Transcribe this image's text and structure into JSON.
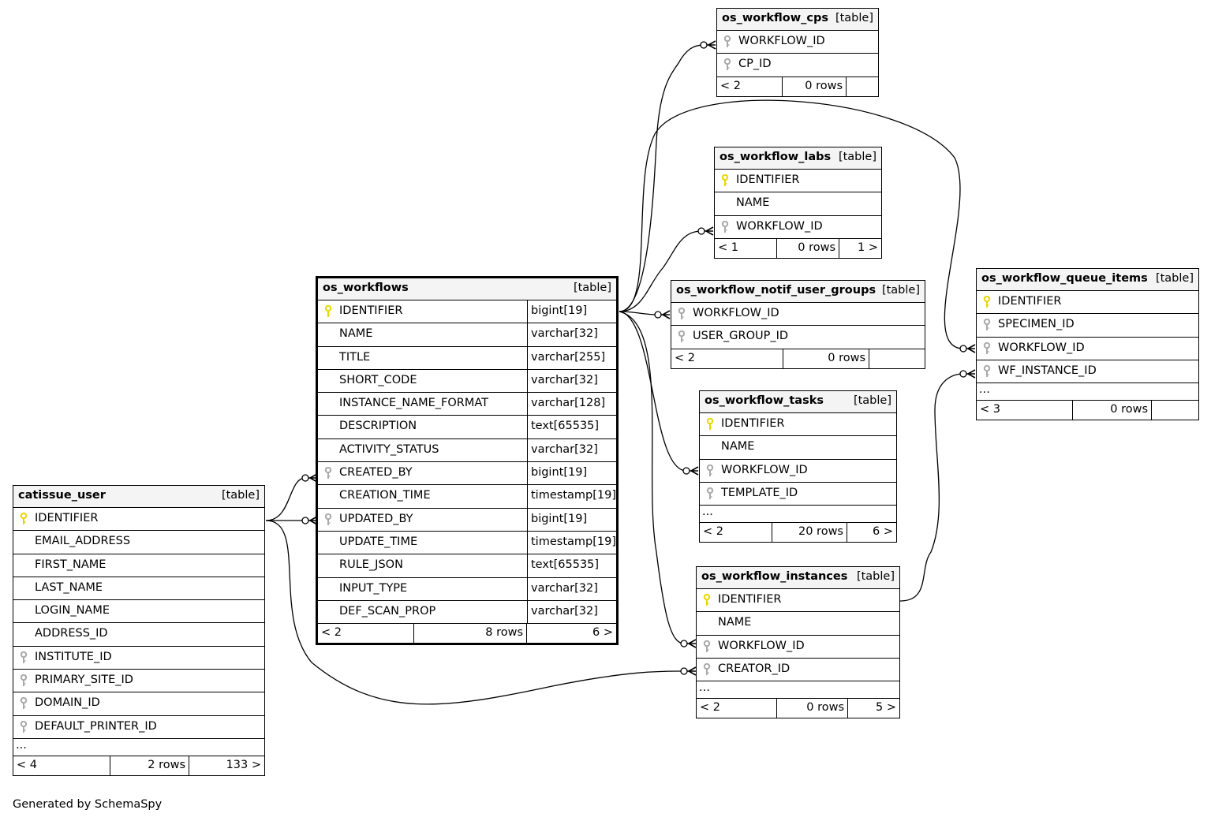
{
  "colors": {
    "primary_key": "#e8d600",
    "foreign_key": "#aaaaaa",
    "header_bg": "#f4f4f4",
    "line": "#000000"
  },
  "tables": {
    "cps": {
      "name": "os_workflow_cps",
      "tag": "[table]",
      "columns": [
        {
          "name": "WORKFLOW_ID",
          "key": "foreign"
        },
        {
          "name": "CP_ID",
          "key": "foreign"
        }
      ],
      "footer": {
        "parents": "< 2",
        "rows": "0 rows",
        "children": ""
      }
    },
    "labs": {
      "name": "os_workflow_labs",
      "tag": "[table]",
      "columns": [
        {
          "name": "IDENTIFIER",
          "key": "primary"
        },
        {
          "name": "NAME",
          "key": ""
        },
        {
          "name": "WORKFLOW_ID",
          "key": "foreign"
        }
      ],
      "footer": {
        "parents": "< 1",
        "rows": "0 rows",
        "children": "1 >"
      }
    },
    "notif": {
      "name": "os_workflow_notif_user_groups",
      "tag": "[table]",
      "columns": [
        {
          "name": "WORKFLOW_ID",
          "key": "foreign"
        },
        {
          "name": "USER_GROUP_ID",
          "key": "foreign"
        }
      ],
      "footer": {
        "parents": "< 2",
        "rows": "0 rows",
        "children": ""
      }
    },
    "tasks": {
      "name": "os_workflow_tasks",
      "tag": "[table]",
      "columns": [
        {
          "name": "IDENTIFIER",
          "key": "primary"
        },
        {
          "name": "NAME",
          "key": ""
        },
        {
          "name": "WORKFLOW_ID",
          "key": "foreign"
        },
        {
          "name": "TEMPLATE_ID",
          "key": "foreign"
        }
      ],
      "ellipsis": "...",
      "footer": {
        "parents": "< 2",
        "rows": "20 rows",
        "children": "6 >"
      }
    },
    "instances": {
      "name": "os_workflow_instances",
      "tag": "[table]",
      "columns": [
        {
          "name": "IDENTIFIER",
          "key": "primary"
        },
        {
          "name": "NAME",
          "key": ""
        },
        {
          "name": "WORKFLOW_ID",
          "key": "foreign"
        },
        {
          "name": "CREATOR_ID",
          "key": "foreign"
        }
      ],
      "ellipsis": "...",
      "footer": {
        "parents": "< 2",
        "rows": "0 rows",
        "children": "5 >"
      }
    },
    "queue": {
      "name": "os_workflow_queue_items",
      "tag": "[table]",
      "columns": [
        {
          "name": "IDENTIFIER",
          "key": "primary"
        },
        {
          "name": "SPECIMEN_ID",
          "key": "foreign"
        },
        {
          "name": "WORKFLOW_ID",
          "key": "foreign"
        },
        {
          "name": "WF_INSTANCE_ID",
          "key": "foreign"
        }
      ],
      "ellipsis": "...",
      "footer": {
        "parents": "< 3",
        "rows": "0 rows",
        "children": ""
      }
    },
    "workflows": {
      "name": "os_workflows",
      "tag": "[table]",
      "columns": [
        {
          "name": "IDENTIFIER",
          "key": "primary",
          "type": "bigint[19]"
        },
        {
          "name": "NAME",
          "key": "",
          "type": "varchar[32]"
        },
        {
          "name": "TITLE",
          "key": "",
          "type": "varchar[255]"
        },
        {
          "name": "SHORT_CODE",
          "key": "",
          "type": "varchar[32]"
        },
        {
          "name": "INSTANCE_NAME_FORMAT",
          "key": "",
          "type": "varchar[128]"
        },
        {
          "name": "DESCRIPTION",
          "key": "",
          "type": "text[65535]"
        },
        {
          "name": "ACTIVITY_STATUS",
          "key": "",
          "type": "varchar[32]"
        },
        {
          "name": "CREATED_BY",
          "key": "foreign",
          "type": "bigint[19]"
        },
        {
          "name": "CREATION_TIME",
          "key": "",
          "type": "timestamp[19]"
        },
        {
          "name": "UPDATED_BY",
          "key": "foreign",
          "type": "bigint[19]"
        },
        {
          "name": "UPDATE_TIME",
          "key": "",
          "type": "timestamp[19]"
        },
        {
          "name": "RULE_JSON",
          "key": "",
          "type": "text[65535]"
        },
        {
          "name": "INPUT_TYPE",
          "key": "",
          "type": "varchar[32]"
        },
        {
          "name": "DEF_SCAN_PROP",
          "key": "",
          "type": "varchar[32]"
        }
      ],
      "footer": {
        "parents": "< 2",
        "rows": "8 rows",
        "children": "6 >"
      }
    },
    "user": {
      "name": "catissue_user",
      "tag": "[table]",
      "columns": [
        {
          "name": "IDENTIFIER",
          "key": "primary"
        },
        {
          "name": "EMAIL_ADDRESS",
          "key": ""
        },
        {
          "name": "FIRST_NAME",
          "key": ""
        },
        {
          "name": "LAST_NAME",
          "key": ""
        },
        {
          "name": "LOGIN_NAME",
          "key": ""
        },
        {
          "name": "ADDRESS_ID",
          "key": ""
        },
        {
          "name": "INSTITUTE_ID",
          "key": "foreign"
        },
        {
          "name": "PRIMARY_SITE_ID",
          "key": "foreign"
        },
        {
          "name": "DOMAIN_ID",
          "key": "foreign"
        },
        {
          "name": "DEFAULT_PRINTER_ID",
          "key": "foreign"
        }
      ],
      "ellipsis": "...",
      "footer": {
        "parents": "< 4",
        "rows": "2 rows",
        "children": "133 >"
      }
    }
  },
  "relationships": [
    {
      "from": "workflows.IDENTIFIER",
      "to": "cps.WORKFLOW_ID"
    },
    {
      "from": "workflows.IDENTIFIER",
      "to": "labs.WORKFLOW_ID"
    },
    {
      "from": "workflows.IDENTIFIER",
      "to": "notif.WORKFLOW_ID"
    },
    {
      "from": "workflows.IDENTIFIER",
      "to": "queue.WORKFLOW_ID"
    },
    {
      "from": "workflows.IDENTIFIER",
      "to": "tasks.WORKFLOW_ID"
    },
    {
      "from": "workflows.IDENTIFIER",
      "to": "instances.WORKFLOW_ID"
    },
    {
      "from": "user.IDENTIFIER",
      "to": "workflows.CREATED_BY"
    },
    {
      "from": "user.IDENTIFIER",
      "to": "workflows.UPDATED_BY"
    },
    {
      "from": "user.IDENTIFIER",
      "to": "instances.CREATOR_ID"
    },
    {
      "from": "instances.IDENTIFIER",
      "to": "queue.WF_INSTANCE_ID"
    }
  ],
  "generated_by": "Generated by SchemaSpy"
}
